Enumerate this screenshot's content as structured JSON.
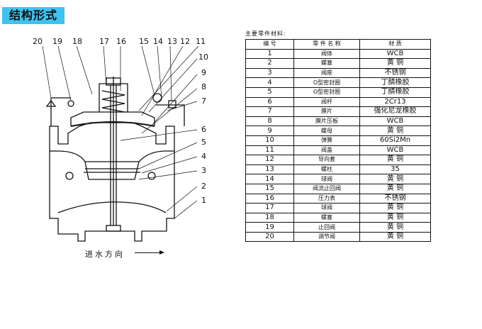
{
  "header": {
    "title": "结构形式"
  },
  "diagram": {
    "callouts": [
      "20",
      "19",
      "18",
      "17",
      "16",
      "15",
      "14",
      "13",
      "12",
      "11",
      "10",
      "9",
      "8",
      "7",
      "6",
      "5",
      "4",
      "3",
      "2",
      "1"
    ],
    "flow_label": "进水方向"
  },
  "parts_table": {
    "caption": "主要零件材料:",
    "headers": [
      "编 号",
      "零 件 名 称",
      "材 质"
    ],
    "rows": [
      [
        "1",
        "阀体",
        "WCB"
      ],
      [
        "2",
        "螺塞",
        "黄 铜"
      ],
      [
        "3",
        "阀座",
        "不锈钢"
      ],
      [
        "4",
        "O型密封圈",
        "丁腈橡胶"
      ],
      [
        "5",
        "O型密封圈",
        "丁腈橡胶"
      ],
      [
        "6",
        "阀杆",
        "2Cr13"
      ],
      [
        "7",
        "膜片",
        "强化尼龙橡胶"
      ],
      [
        "8",
        "膜片压板",
        "WCB"
      ],
      [
        "9",
        "螺母",
        "黄 铜"
      ],
      [
        "10",
        "弹簧",
        "60Si2Mn"
      ],
      [
        "11",
        "阀盖",
        "WCB"
      ],
      [
        "12",
        "导向套",
        "黄 铜"
      ],
      [
        "13",
        "螺柱",
        "35"
      ],
      [
        "14",
        "球阀",
        "黄 铜"
      ],
      [
        "15",
        "阀流止回阀",
        "黄 铜"
      ],
      [
        "16",
        "压力表",
        "不锈钢"
      ],
      [
        "17",
        "球阀",
        "黄 铜"
      ],
      [
        "18",
        "螺塞",
        "黄 铜"
      ],
      [
        "19",
        "止回阀",
        "黄 铜"
      ],
      [
        "20",
        "调节阀",
        "黄 铜"
      ]
    ]
  }
}
